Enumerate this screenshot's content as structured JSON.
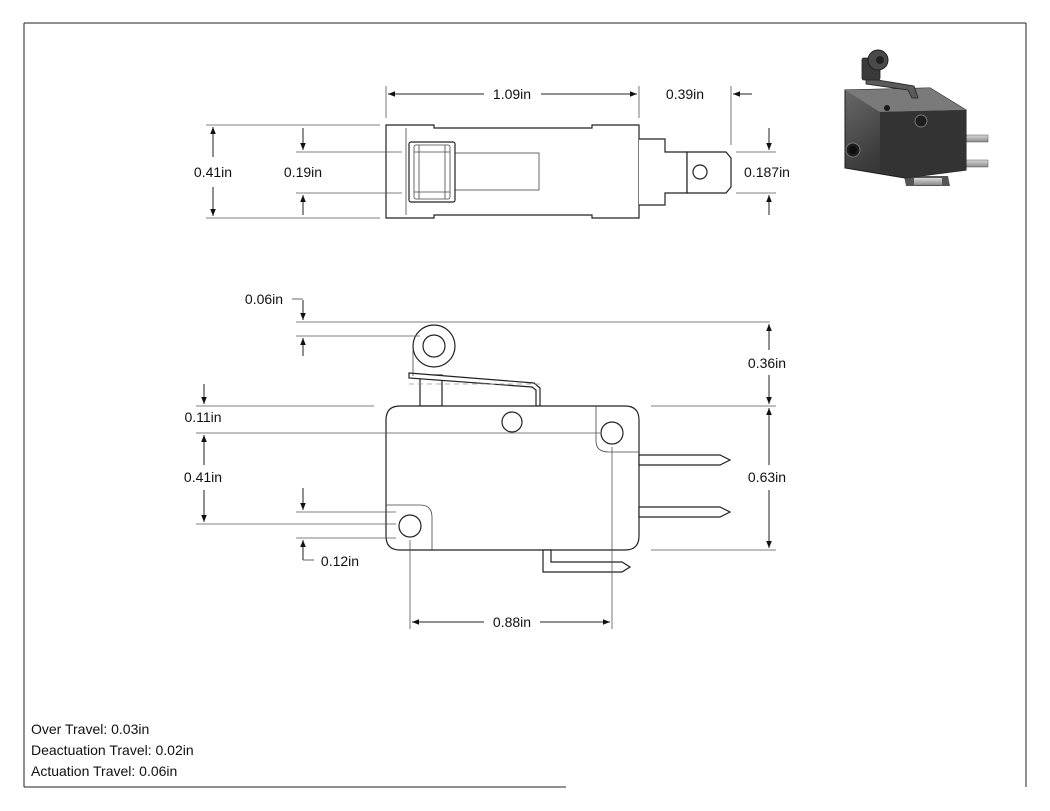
{
  "dimensions": {
    "top_length": "1.09in",
    "top_terminal": "0.39in",
    "top_height": "0.41in",
    "top_inner": "0.19in",
    "top_tab_width": "0.187in",
    "side_roller_offset": "0.06in",
    "side_lever_height": "0.36in",
    "side_hole_top": "0.11in",
    "side_hole_spacing_v": "0.41in",
    "side_body_height": "0.63in",
    "side_hole_bottom": "0.12in",
    "side_hole_spacing_h": "0.88in"
  },
  "notes": {
    "over_travel": "Over Travel: 0.03in",
    "deactuation_travel": "Deactuation Travel: 0.02in",
    "actuation_travel": "Actuation Travel: 0.06in"
  }
}
